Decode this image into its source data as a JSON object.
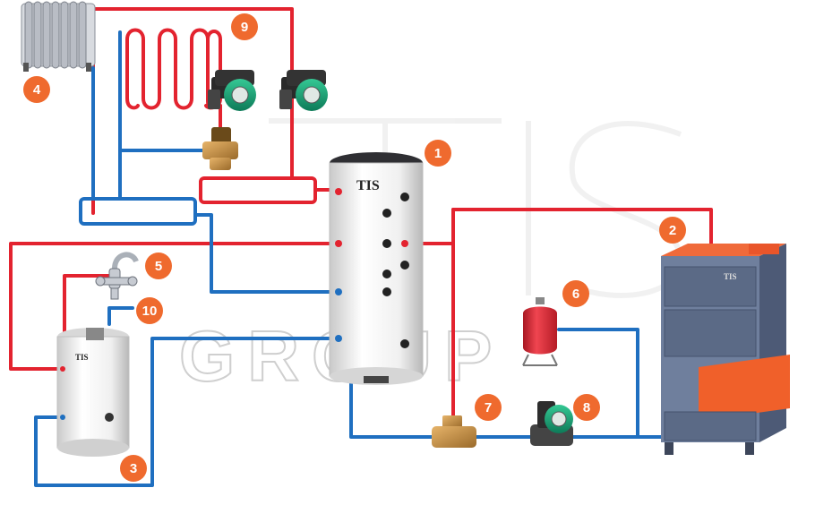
{
  "colors": {
    "hot_pipe": "#e3232f",
    "cold_pipe": "#1f6fc0",
    "callout": "#ef6a2e",
    "pump_green": "#1aa37a",
    "boiler_grey": "#5b6a86",
    "boiler_orange": "#f0602a",
    "tank_white": "#f2f2f2"
  },
  "brand": {
    "tank_logo": "TIS",
    "boiler_logo": "TIS",
    "heater_logo": "TIS",
    "watermark_top": "TIS",
    "watermark_bottom": "GROUP"
  },
  "callouts": [
    "1",
    "2",
    "3",
    "4",
    "5",
    "6",
    "7",
    "8",
    "9",
    "10"
  ],
  "icons": [
    "radiator-icon",
    "underfloor-coil-icon",
    "circulation-pump-icon",
    "mixing-valve-icon",
    "faucet-icon",
    "expansion-tank-icon",
    "boiler-icon",
    "storage-tank-icon",
    "water-heater-icon"
  ]
}
